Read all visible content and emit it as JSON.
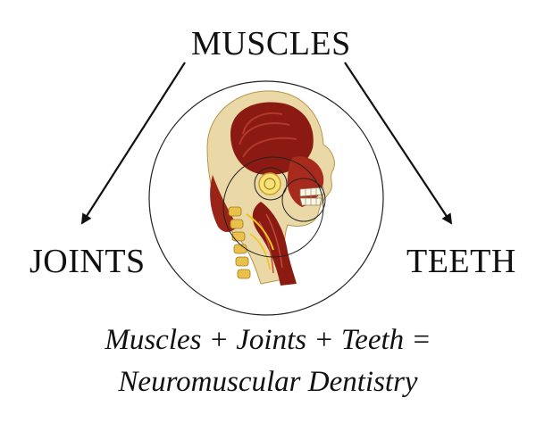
{
  "diagram": {
    "nodes": {
      "muscles": "MUSCLES",
      "joints": "JOINTS",
      "teeth": "TEETH"
    },
    "edges": [
      {
        "from": "muscles",
        "to": "joints"
      },
      {
        "from": "muscles",
        "to": "teeth"
      }
    ],
    "illustration": "head-anatomy-illustration",
    "equation": {
      "line1": "Muscles + Joints + Teeth =",
      "line2": "Neuromuscular Dentistry"
    },
    "colors": {
      "muscle": "#8b1a12",
      "muscle_dark": "#5e0d08",
      "bone": "#e9d9a8",
      "nerve": "#f0c419",
      "ink": "#111111"
    }
  }
}
